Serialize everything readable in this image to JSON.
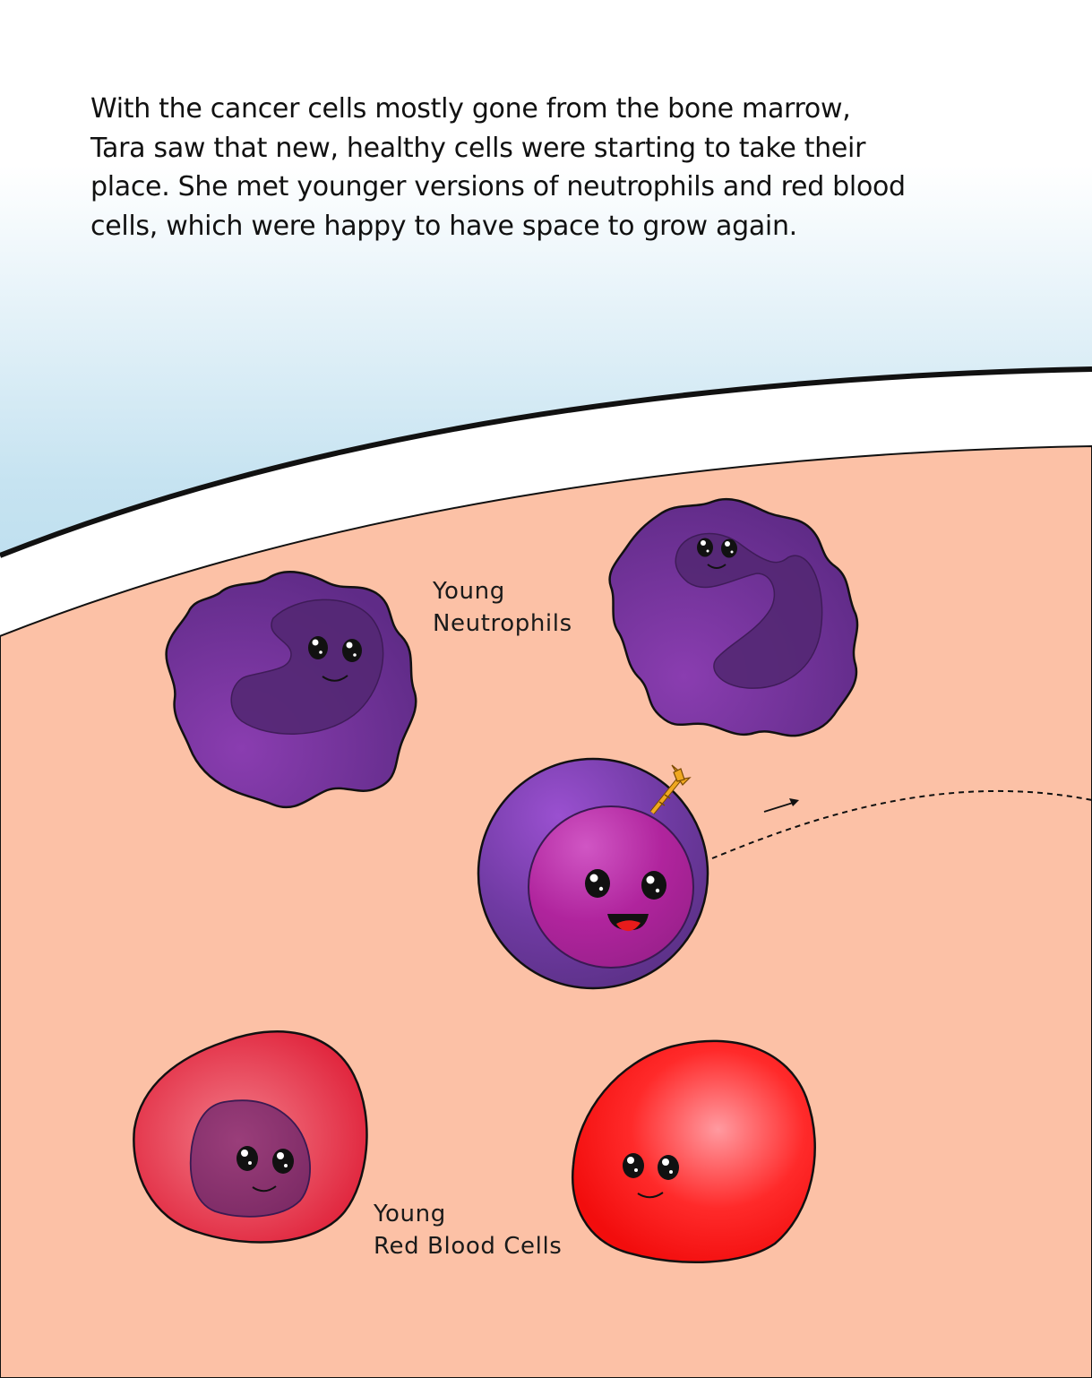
{
  "story_text": "With the cancer cells mostly gone from the bone marrow,\nTara saw that new, healthy cells were starting to take their\nplace. She met younger versions of neutrophils and red blood\ncells, which were happy to have space to grow again.",
  "labels": {
    "neutrophils": [
      "Young",
      "Neutrophils"
    ],
    "red_blood_cells": [
      "Young",
      "Red Blood Cells"
    ]
  },
  "colors": {
    "sky": "#a9d5ea",
    "marrow": "#fcc1a6",
    "neutrophil": "#6b3192",
    "nucleus": "#542874",
    "stem_cell_outer": "#6d3f99",
    "stem_cell_inner": "#b0239c",
    "rbc_young": "#e63348",
    "rbc": "#ff1e1e",
    "dart": "#f0a820"
  },
  "icons": [
    "dart-icon",
    "arrow-icon"
  ]
}
